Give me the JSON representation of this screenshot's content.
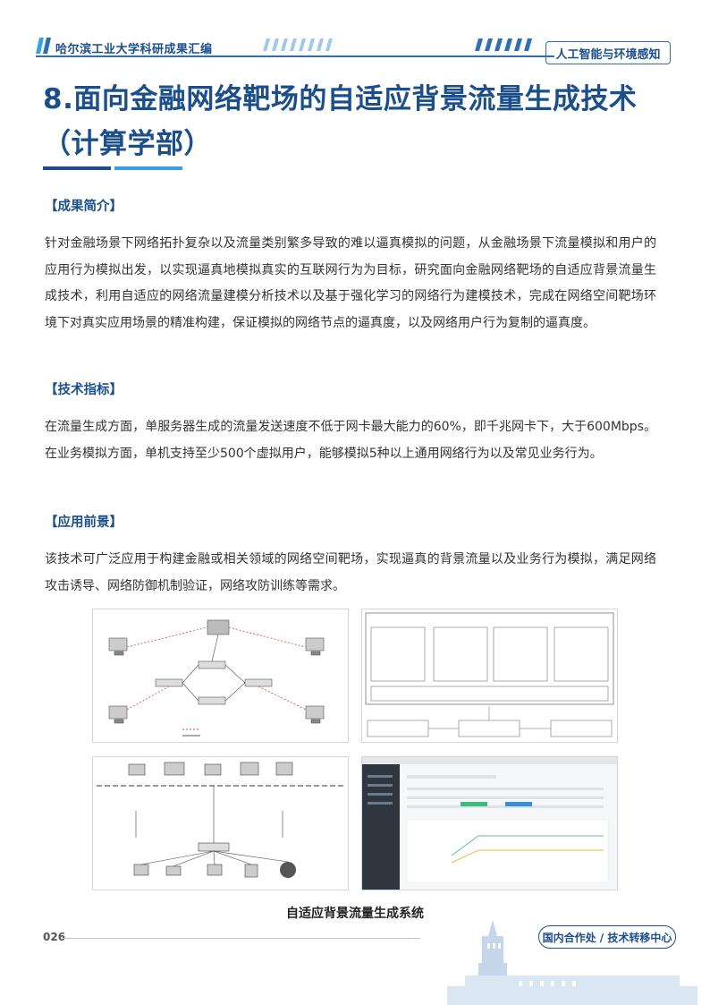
{
  "header": {
    "org": "哈尔滨工业大学科研成果汇编",
    "category": "人工智能与环境感知"
  },
  "title": {
    "line1": "8.面向金融网络靶场的自适应背景流量生成技术",
    "line2": "（计算学部）"
  },
  "sections": [
    {
      "heading": "【成果简介】",
      "body": "针对金融场景下网络拓扑复杂以及流量类别繁多导致的难以逼真模拟的问题，从金融场景下流量模拟和用户的应用行为模拟出发，以实现逼真地模拟真实的互联网行为为目标，研究面向金融网络靶场的自适应背景流量生成技术，利用自适应的网络流量建模分析技术以及基于强化学习的网络行为建模技术，完成在网络空间靶场环境下对真实应用场景的精准构建，保证模拟的网络节点的逼真度，以及网络用户行为复制的逼真度。"
    },
    {
      "heading": "【技术指标】",
      "body": "在流量生成方面，单服务器生成的流量发送速度不低于网卡最大能力的60%，即千兆网卡下，大于600Mbps。在业务模拟方面，单机支持至少500个虚拟用户，能够模拟5种以上通用网络行为以及常见业务行为。"
    },
    {
      "heading": "【应用前景】",
      "body": "该技术可广泛应用于构建金融或相关领域的网络空间靶场，实现逼真的背景流量以及业务行为模拟，满足网络攻击诱导、网络防御机制验证，网络攻防训练等需求。"
    }
  ],
  "figure_caption": "自适应背景流量生成系统",
  "footer": {
    "page_number": "026",
    "office": "国内合作处 / 技术转移中心"
  },
  "colors": {
    "primary": "#1b4f8c",
    "accent": "#3aa0e0"
  }
}
